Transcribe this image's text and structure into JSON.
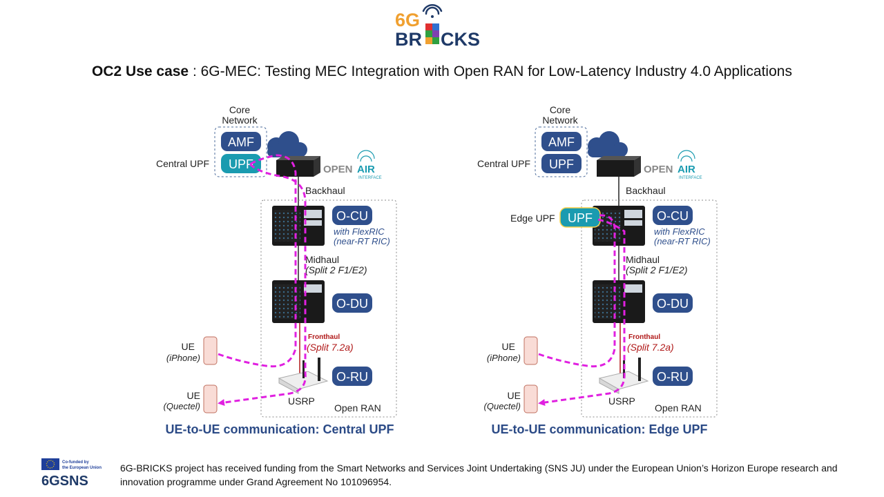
{
  "logo": {
    "line1": "6G",
    "line2a": "BR",
    "line2b": "CKS"
  },
  "title": {
    "bold": "OC2 Use case",
    "rest": " : 6G-MEC: Testing MEC Integration with Open RAN for Low-Latency Industry 4.0 Applications"
  },
  "diagrams": [
    {
      "core_network": "Core Network",
      "amf": "AMF",
      "upf": "UPF",
      "upf_label": "Central UPF",
      "openair": {
        "open": "OPEN",
        "air": "AIR",
        "interface": "INTERFACE"
      },
      "backhaul": "Backhaul",
      "ocu": "O-CU",
      "flexric1": "with FlexRIC",
      "flexric2": "(near-RT RIC)",
      "midhaul1": "Midhaul",
      "midhaul2": "(Split 2 F1/E2)",
      "odu": "O-DU",
      "fronthaul1": "Fronthaul",
      "fronthaul2": "(Split 7.2a)",
      "oru": "O-RU",
      "usrp": "USRP",
      "openran": "Open RAN",
      "ue1": "UE",
      "ue1_sub": "(iPhone)",
      "ue2": "UE",
      "ue2_sub": "(Quectel)",
      "caption": "UE-to-UE communication: Central UPF"
    },
    {
      "core_network": "Core Network",
      "amf": "AMF",
      "upf": "UPF",
      "upf_label": "Central UPF",
      "edge_upf": "UPF",
      "edge_upf_label": "Edge UPF",
      "openair": {
        "open": "OPEN",
        "air": "AIR",
        "interface": "INTERFACE"
      },
      "backhaul": "Backhaul",
      "ocu": "O-CU",
      "flexric1": "with FlexRIC",
      "flexric2": "(near-RT RIC)",
      "midhaul1": "Midhaul",
      "midhaul2": "(Split 2 F1/E2)",
      "odu": "O-DU",
      "fronthaul1": "Fronthaul",
      "fronthaul2": "(Split 7.2a)",
      "oru": "O-RU",
      "usrp": "USRP",
      "openran": "Open RAN",
      "ue1": "UE",
      "ue1_sub": "(iPhone)",
      "ue2": "UE",
      "ue2_sub": "(Quectel)",
      "caption": "UE-to-UE communication: Edge UPF"
    }
  ],
  "footer": {
    "eu_line1": "Co-funded by",
    "eu_line2": "the European Union",
    "sns": "6GSNS",
    "text": "6G-BRICKS project has received funding from the Smart Networks and Services Joint Undertaking (SNS JU) under the European Union’s Horizon Europe research and innovation programme under Grand Agreement No 101096954."
  },
  "colors": {
    "box_blue": "#2f4f8c",
    "upf_teal": "#1a9bb0",
    "magenta": "#e020e0",
    "fronthaul_red": "#b01818",
    "caption_blue": "#2b4a86",
    "logo_orange": "#f0a030",
    "logo_navy": "#1f3a68"
  }
}
